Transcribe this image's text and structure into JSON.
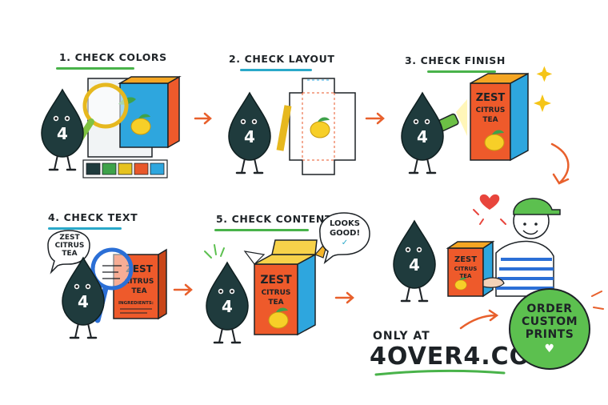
{
  "steps": [
    {
      "label": "1. CHECK COLORS"
    },
    {
      "label": "2. CHECK LAYOUT"
    },
    {
      "label": "3. CHECK FINISH"
    },
    {
      "label": "4. CHECK TEXT"
    },
    {
      "label": "5. CHECK CONTENT"
    }
  ],
  "mascot_number": "4",
  "box_brand": {
    "line1": "ZEST",
    "line2": "CITRUS",
    "line3": "TEA"
  },
  "text_bubble": {
    "line1": "ZEST",
    "line2": "CITRUS",
    "line3": "TEA"
  },
  "ingredients_label": "INGREDIENTS:",
  "content_bubble": {
    "line1": "LOOKS",
    "line2": "GOOD!",
    "mark": "✓"
  },
  "swatch_colors": [
    "#1f3b3d",
    "#3ea24a",
    "#e6c21f",
    "#e8572a",
    "#2ea6de"
  ],
  "brand": {
    "only_at": "ONLY AT",
    "site": "4OVER4.COM"
  },
  "cta": {
    "line1": "ORDER",
    "line2": "CUSTOM",
    "line3": "PRINTS",
    "icon": "heart-icon"
  },
  "colors": {
    "mascot": "#1f3b3d",
    "box_orange": "#ee5a2b",
    "box_blue": "#2ea6de",
    "accent_green": "#5cc04f",
    "arrow": "#e8602c"
  }
}
